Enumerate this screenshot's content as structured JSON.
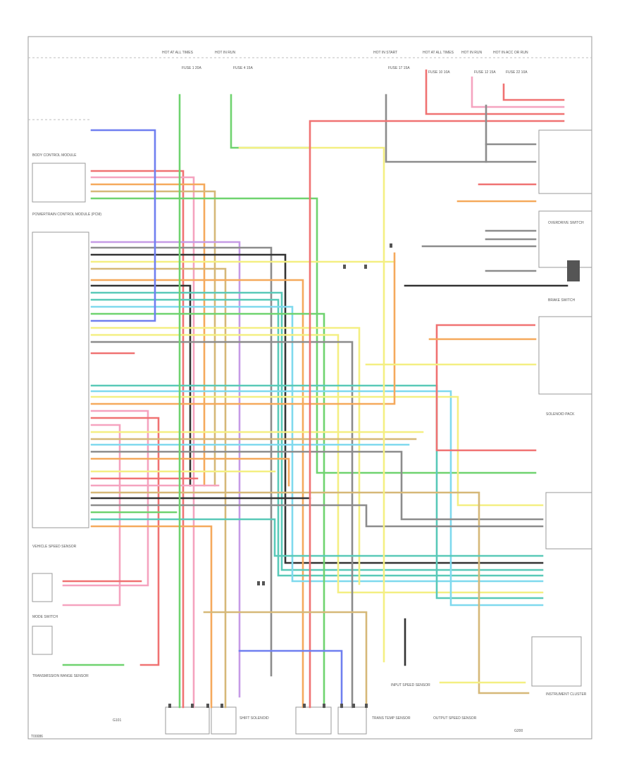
{
  "diagram": {
    "footer_code": "T00086",
    "hot_labels": [
      "HOT AT ALL TIMES",
      "HOT IN RUN",
      "HOT IN START",
      "HOT AT ALL TIMES",
      "HOT IN RUN",
      "HOT IN ACC OR RUN"
    ],
    "fuse_labels": [
      "FUSE 1 20A",
      "FUSE 4 15A",
      "FUSE 17 15A",
      "FUSE 10 10A",
      "FUSE 12 15A",
      "FUSE 22 10A"
    ],
    "components": {
      "pcm": "POWERTRAIN CONTROL MODULE (PCM)",
      "body_ctrl": "BODY CONTROL MODULE",
      "speed_sensor": "VEHICLE SPEED SENSOR",
      "mode_switch": "MODE SWITCH",
      "trans_range": "TRANSMISSION RANGE SENSOR",
      "solenoid_pack": "SOLENOID PACK",
      "overdrive_sw": "OVERDRIVE SWITCH",
      "brake_switch": "BRAKE SWITCH",
      "shift_solenoid": "SHIFT SOLENOID",
      "temp_sensor": "TRANS TEMP SENSOR",
      "input_sensor": "INPUT SPEED SENSOR",
      "output_sensor": "OUTPUT SPEED SENSOR",
      "cluster": "INSTRUMENT CLUSTER",
      "ground_left": "G101",
      "ground_right": "G200"
    }
  },
  "colors": {
    "red": "#f07272",
    "pink": "#f5a3bf",
    "orange": "#f5a95c",
    "yellow": "#f4ef82",
    "green": "#6fd36f",
    "teal": "#59c9b8",
    "cyan": "#7fd9ee",
    "blue": "#6f7ff0",
    "violet": "#c59be6",
    "tan": "#d6b878",
    "gray": "#8c8c8c",
    "dark": "#333333",
    "frame": "#9a9a9a"
  }
}
